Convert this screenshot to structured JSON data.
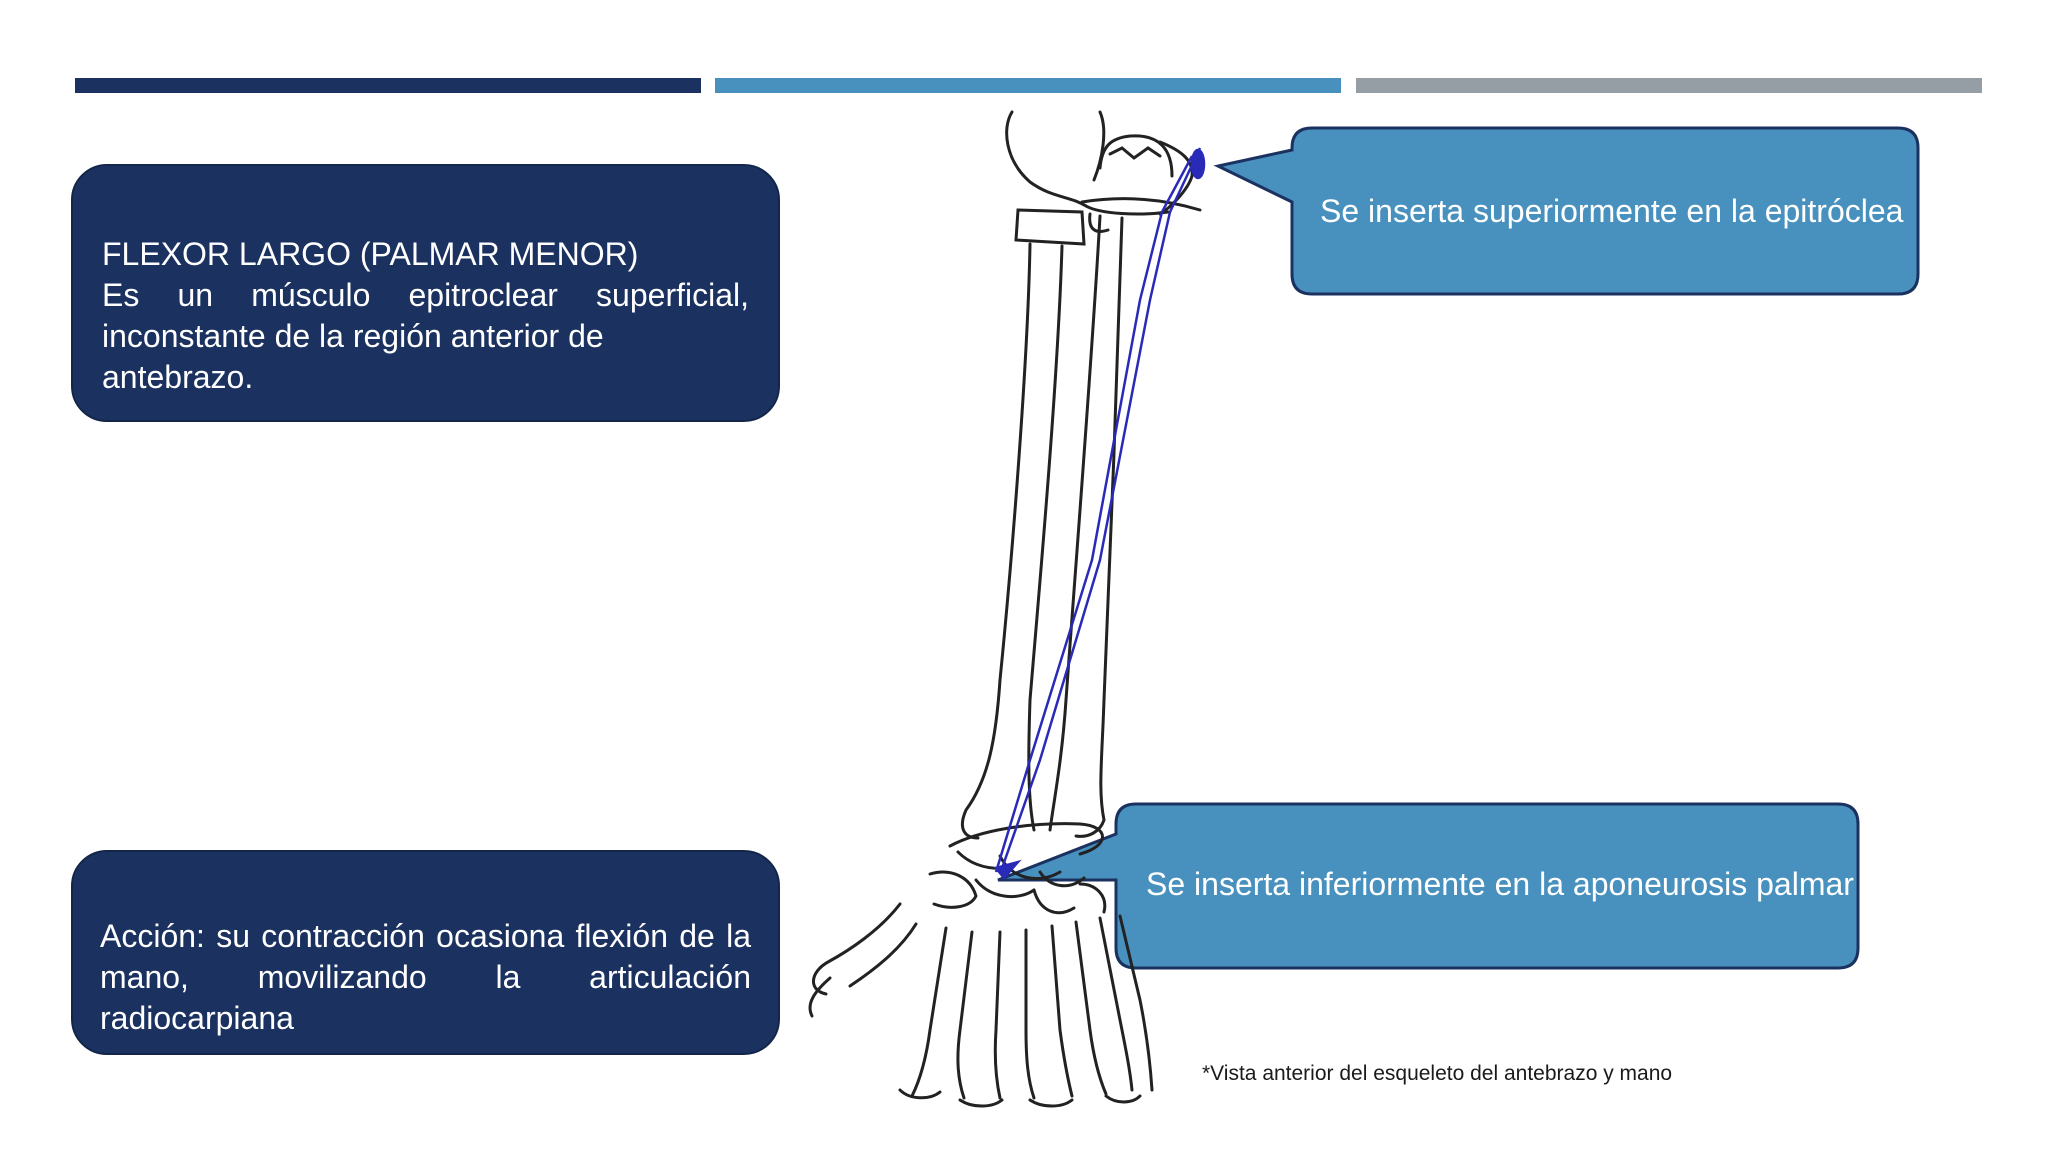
{
  "box_top": {
    "title": "FLEXOR LARGO (PALMAR MENOR)",
    "line1": "Es un músculo epitroclear superficial,",
    "line2": "inconstante de la región anterior de antebrazo."
  },
  "box_bottom": {
    "line1": "Acción: su contracción ocasiona flexión de la",
    "line2": "mano, movilizando la articulación radiocarpiana"
  },
  "callout_top": {
    "text": "Se inserta superiormente en la epitróclea"
  },
  "callout_bottom": {
    "text": "Se inserta inferiormente en la aponeurosis palmar"
  },
  "caption": "*Vista anterior del esqueleto del antebrazo y mano",
  "colors": {
    "dark_blue": "#1b3260",
    "mid_blue": "#4891bf",
    "gray": "#969ea5",
    "muscle_line": "#2a2ab8"
  }
}
